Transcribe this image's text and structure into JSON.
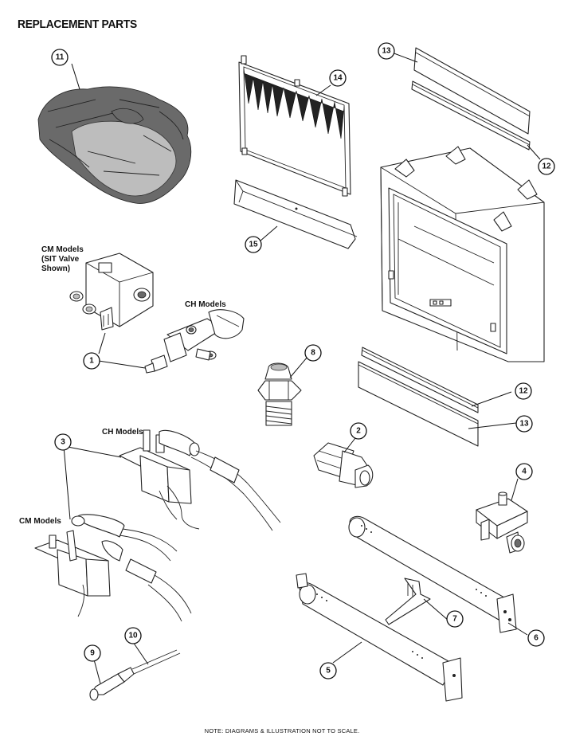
{
  "title": "REPLACEMENT PARTS",
  "labels": {
    "cm_sit": [
      "CM Models",
      "(SIT Valve",
      "Shown)"
    ],
    "ch_valve": "CH Models",
    "ch_pilot": "CH Models",
    "cm_pilot": "CM Models"
  },
  "callouts": {
    "c1": "1",
    "c2": "2",
    "c3": "3",
    "c4": "4",
    "c5": "5",
    "c6": "6",
    "c7": "7",
    "c8": "8",
    "c9": "9",
    "c10": "10",
    "c11": "11",
    "c12a": "12",
    "c12b": "12",
    "c13a": "13",
    "c13b": "13",
    "c14": "14",
    "c15": "15"
  },
  "footnote": "NOTE: DIAGRAMS & ILLUSTRATION NOT TO SCALE."
}
